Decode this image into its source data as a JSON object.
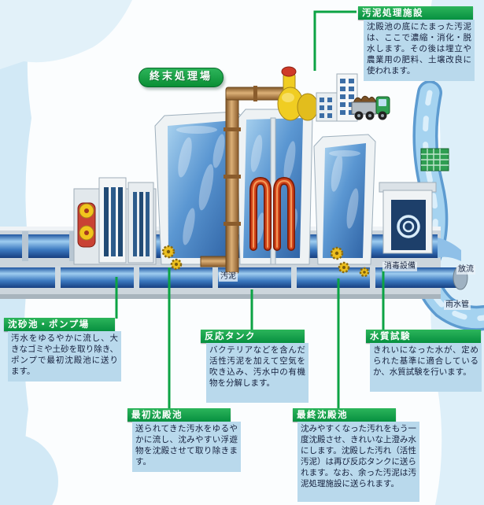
{
  "page": {
    "plant_title": "終末処理場"
  },
  "callouts": {
    "sludge_facility": {
      "title": "汚泥処理施設",
      "body": "沈殿池の底にたまった汚泥は、ここで濃縮・消化・脱水します。その後は埋立や農業用の肥料、土壌改良に使われます。"
    },
    "grit_pump_station": {
      "title": "沈砂池・ポンプ場",
      "body": "汚水をゆるやかに流し、大きなゴミや土砂を取り除き、ポンプで最初沈殿池に送ります。"
    },
    "reaction_tank": {
      "title": "反応タンク",
      "body": "バクテリアなどを含んだ活性汚泥を加えて空気を吹き込み、汚水中の有機物を分解します。"
    },
    "water_quality_test": {
      "title": "水質試験",
      "body": "きれいになった水が、定められた基準に適合しているか、水質試験を行います。"
    },
    "primary_sedimentation": {
      "title": "最初沈殿池",
      "body": "送られてきた汚水をゆるやかに流し、沈みやすい浮遊物を沈殿させて取り除きます。"
    },
    "final_sedimentation": {
      "title": "最終沈殿池",
      "body": "沈みやすくなった汚れをもう一度沈殿させ、きれいな上澄み水にします。沈殿した汚れ（活性汚泥）は再び反応タンクに送られます。なお、余った汚泥は汚泥処理施設に送られます。"
    }
  },
  "diagram_labels": {
    "sludge": "汚泥",
    "disinfection": "消毒設備",
    "discharge": "放流",
    "rain_pipe": "雨水管"
  },
  "colors": {
    "header_green": "#0ca344",
    "body_panel_blue": "#b9d9ec",
    "water_blue": "#4c89c8",
    "sludge_pipe_tan": "#c79a64",
    "aeration_red": "#d2441a"
  }
}
